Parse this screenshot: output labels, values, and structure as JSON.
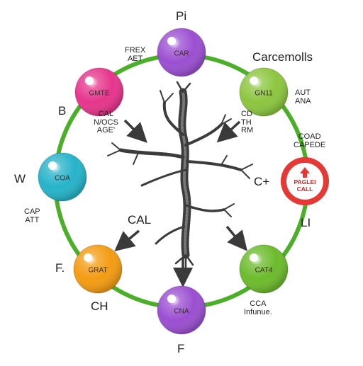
{
  "center": {
    "icon": "neuron-tree-icon"
  },
  "nodes": [
    {
      "label": "CAR",
      "color": "#9b4fd1",
      "outer": "Pi"
    },
    {
      "label": "GN11",
      "color": "#8cc63f",
      "outer": "Carcemolls"
    },
    {
      "label": "PAGLEI CALL",
      "color": "#e53935",
      "outer": "C+"
    },
    {
      "label": "CAT4",
      "color": "#6cbb2c",
      "outer": "LI"
    },
    {
      "label": "CNA",
      "color": "#9b4fd1",
      "outer": "F"
    },
    {
      "label": "GRAT",
      "color": "#f39c12",
      "outer": "F."
    },
    {
      "label": "COA",
      "color": "#26b3c9",
      "outer": "W"
    },
    {
      "label": "GMTE",
      "color": "#e6358c",
      "outer": "B"
    }
  ],
  "texts": {
    "frex": "FREX\nAET",
    "aut_ana": "AUT\nANA",
    "coad": "COAD\nCAPEDE",
    "cca": "CCA\nInfunue.",
    "ch": "CH",
    "cap_att": "CAP\nATT",
    "cal_nocs": "CAL\nN/OCS\nAGE'",
    "cd_th": "CD\nTH\nRM",
    "cal_big": "CAL"
  },
  "ring_color": "#4caf2a"
}
